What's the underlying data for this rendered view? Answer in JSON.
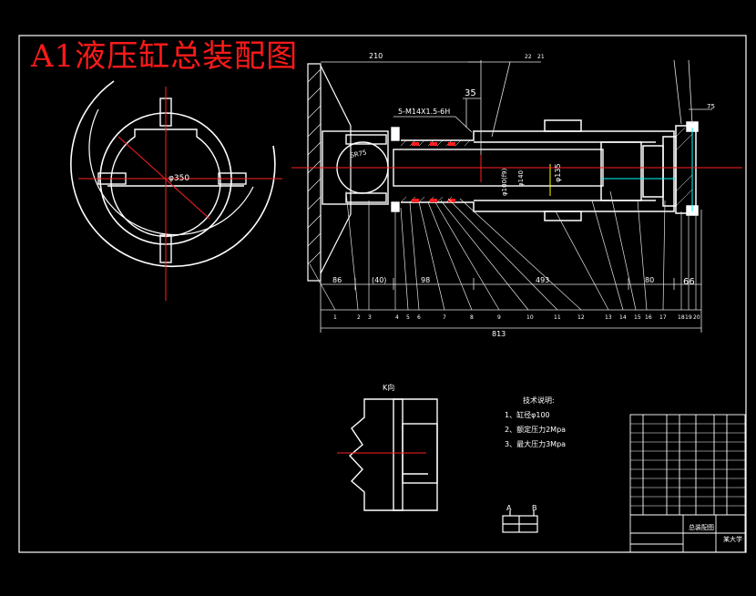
{
  "title": "A1液压缸总装配图",
  "dims": {
    "d210": "210",
    "d35": "35",
    "thread": "5-M14X1.5-6H",
    "d350": "φ350",
    "sr": "SR75",
    "phi135": "φ135",
    "phi100": "φ100(f9)",
    "phi140": "φ140",
    "d86": "86",
    "d40": "(40)",
    "d98": "98",
    "d493": "493",
    "d80": "80",
    "d66": "66",
    "d813": "813",
    "d75": "75",
    "view_label": "K向",
    "ab_a": "A",
    "ab_b": "B"
  },
  "parts": [
    "1",
    "2",
    "3",
    "4",
    "5",
    "6",
    "7",
    "8",
    "9",
    "10",
    "11",
    "12",
    "13",
    "14",
    "15",
    "16",
    "17",
    "18",
    "19",
    "20",
    "21",
    "22"
  ],
  "notes": {
    "heading": "技术说明:",
    "n1": "1、缸径φ100",
    "n2": "2、额定压力2Mpa",
    "n3": "3、最大压力3Mpa"
  },
  "title_block": {
    "drawing_name": "总装配图",
    "school": "某大学"
  },
  "colors": {
    "background": "#000000",
    "lines": "#ffffff",
    "centerline": "#ff2020",
    "dimension": "#e6e6e6",
    "cyan": "#00ffff",
    "yellow": "#ffff00",
    "title": "#ff1a1a"
  }
}
